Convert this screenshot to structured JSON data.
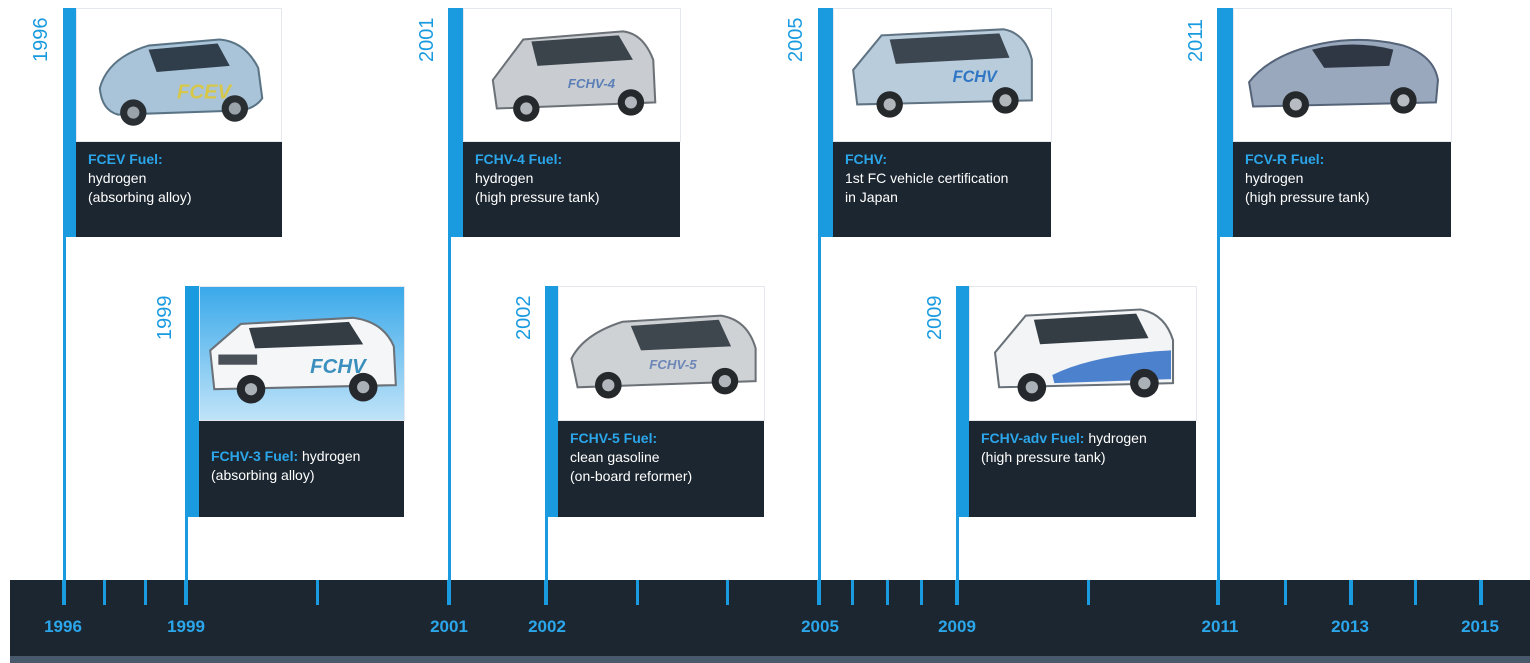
{
  "events": [
    {
      "year": "1996",
      "model": "FCEV Fuel:",
      "lines": [
        "hydrogen",
        "(absorbing alloy)"
      ]
    },
    {
      "year": "1999",
      "model": "FCHV-3 Fuel:",
      "inline": "hydrogen",
      "lines": [
        "(absorbing alloy)"
      ]
    },
    {
      "year": "2001",
      "model": "FCHV-4 Fuel:",
      "lines": [
        "hydrogen",
        "(high pressure tank)"
      ]
    },
    {
      "year": "2002",
      "model": "FCHV-5 Fuel:",
      "lines": [
        "clean gasoline",
        "(on-board reformer)"
      ]
    },
    {
      "year": "2005",
      "model": "FCHV:",
      "lines": [
        "1st FC vehicle certification",
        "in Japan"
      ]
    },
    {
      "year": "2009",
      "model": "FCHV-adv Fuel:",
      "inline": "hydrogen",
      "lines": [
        "(high pressure tank)"
      ]
    },
    {
      "year": "2011",
      "model": "FCV-R Fuel:",
      "lines": [
        "hydrogen",
        "(high pressure tank)"
      ]
    }
  ],
  "axis_labels": [
    "1996",
    "1999",
    "2001",
    "2002",
    "2005",
    "2009",
    "2011",
    "2013",
    "2015"
  ],
  "decals": {
    "e0": "FCEV",
    "e1": "FCHV",
    "e2": "FCHV-4",
    "e3": "FCHV-5",
    "e4": "FCHV",
    "e5": "",
    "e6": ""
  },
  "colors": {
    "accent": "#1a9be0",
    "panel": "#1c2630",
    "heading": "#2ba6ea"
  }
}
